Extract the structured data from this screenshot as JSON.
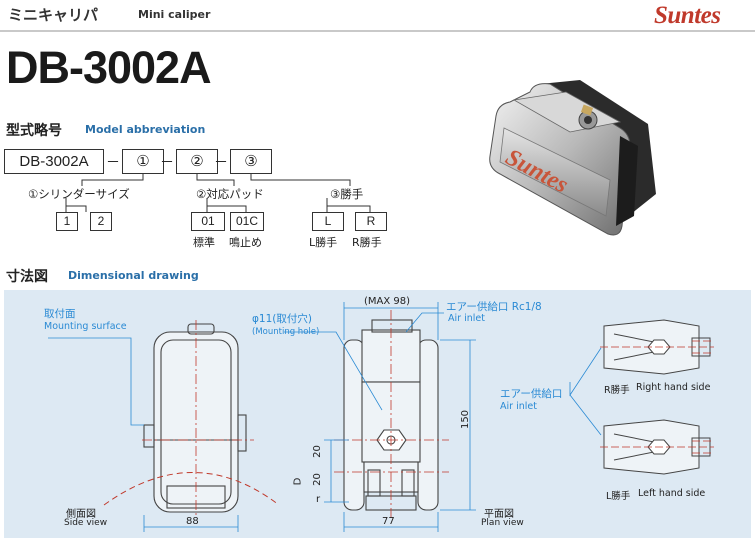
{
  "header": {
    "title_jp": "ミニキャリパ",
    "title_en": "Mini caliper",
    "brand": "Suntes"
  },
  "model_number": "DB-3002A",
  "model_abbreviation": {
    "title_jp": "型式略号",
    "title_en": "Model abbreviation",
    "base": "DB-3002A",
    "slots": [
      "①",
      "②",
      "③"
    ],
    "dash": "－",
    "groups": [
      {
        "label": "①シリンダーサイズ",
        "options": [
          "1",
          "2"
        ],
        "captions": []
      },
      {
        "label": "②対応パッド",
        "options": [
          "01",
          "01C"
        ],
        "captions": [
          "標準",
          "鳴止め"
        ]
      },
      {
        "label": "③勝手",
        "options": [
          "L",
          "R"
        ],
        "captions": [
          "L勝手",
          "R勝手"
        ]
      }
    ]
  },
  "dimensional": {
    "title_jp": "寸法図",
    "title_en": "Dimensional drawing",
    "mounting_surface_jp": "取付面",
    "mounting_surface_en": "Mounting surface",
    "mounting_hole_jp": "φ11(取付穴)",
    "mounting_hole_en": "(Mounting hole)",
    "max_label": "(MAX 98)",
    "air_inlet_jp": "エアー供給口 Rc1/8",
    "air_inlet_en": "Air inlet",
    "air_inlet2_jp": "エアー供給口",
    "air_inlet2_en": "Air inlet",
    "side_view_jp": "側面図",
    "side_view_en": "Side view",
    "plan_view_jp": "平面図",
    "plan_view_en": "Plan view",
    "right_hand_jp": "R勝手",
    "right_hand_en": "Right hand side",
    "left_hand_jp": "L勝手",
    "left_hand_en": "Left hand side",
    "dims": {
      "width_side": "88",
      "width_plan": "77",
      "height": "150",
      "d20a": "20",
      "d20b": "20",
      "d": "D",
      "r": "r"
    }
  },
  "colors": {
    "accent_blue": "#2a6fa8",
    "brand_red": "#c0392b",
    "drawing_bg": "#dde9f3",
    "leader_blue": "#2a8ad4"
  }
}
